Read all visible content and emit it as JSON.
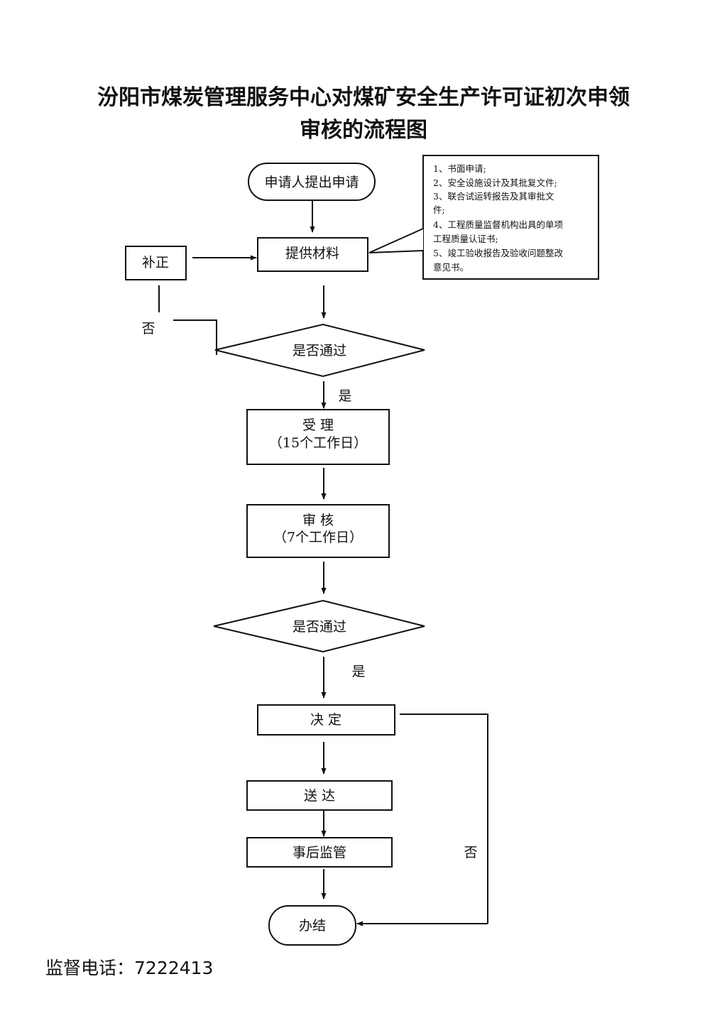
{
  "title": {
    "line1": "汾阳市煤炭管理服务中心对煤矿安全生产许可证初次申领",
    "line2": "审核的流程图"
  },
  "nodes": {
    "start": "申请人提出申请",
    "materials": "提供材料",
    "correction": "补正",
    "decision1": "是否通过",
    "accept_line1": "受  理",
    "accept_line2": "（15个工作日）",
    "review_line1": "审  核",
    "review_line2": "（7个工作日）",
    "decision2": "是否通过",
    "decide": "决  定",
    "deliver": "送  达",
    "supervise": "事后监管",
    "end": "办结"
  },
  "edge_labels": {
    "no_left": "否",
    "yes1": "是",
    "yes2": "是",
    "no_right": "否"
  },
  "materials_list": [
    "1、书面申请;",
    "2、安全设施设计及其批复文件;",
    "3、联合试运转报告及其审批文",
    "件;",
    "4、工程质量监督机构出具的单项",
    "工程质量认证书;",
    "5、竣工验收报告及验收问题整改",
    "意见书。"
  ],
  "footer": {
    "phone_label": "监督电话：",
    "phone_number": "7222413"
  }
}
